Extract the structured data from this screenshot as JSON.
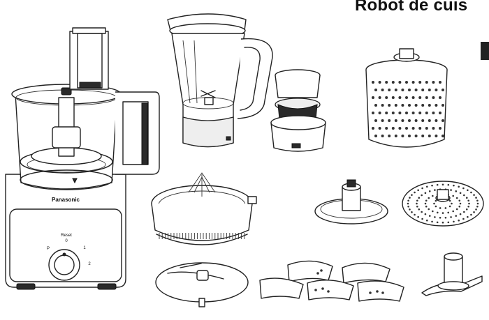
{
  "page": {
    "title": "Robot de cuis"
  },
  "appliance": {
    "brand": "Panasonic",
    "dial_labels": {
      "reset": "Reset",
      "zero": "0",
      "pulse": "P",
      "one": "1",
      "two": "2"
    }
  },
  "colors": {
    "line": "#222222",
    "background": "#ffffff",
    "grey_fill": "#eeeeee"
  }
}
